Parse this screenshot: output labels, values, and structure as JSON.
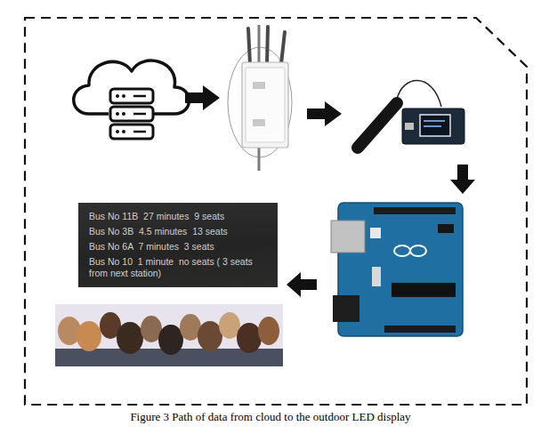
{
  "diagram": {
    "caption": "Figure 3 Path of data from cloud to the outdoor LED display",
    "nodes": [
      {
        "text": [
          "Bus No 11B  27 minutes  9 seats",
          "Bus No 3B  4.5 minutes  13 seats",
          "Bus No 6A  7 minutes  3 seats",
          "Bus No 10  1 minute  no seats ( 3 seats from next station)"
        ]
      }
    ]
  }
}
